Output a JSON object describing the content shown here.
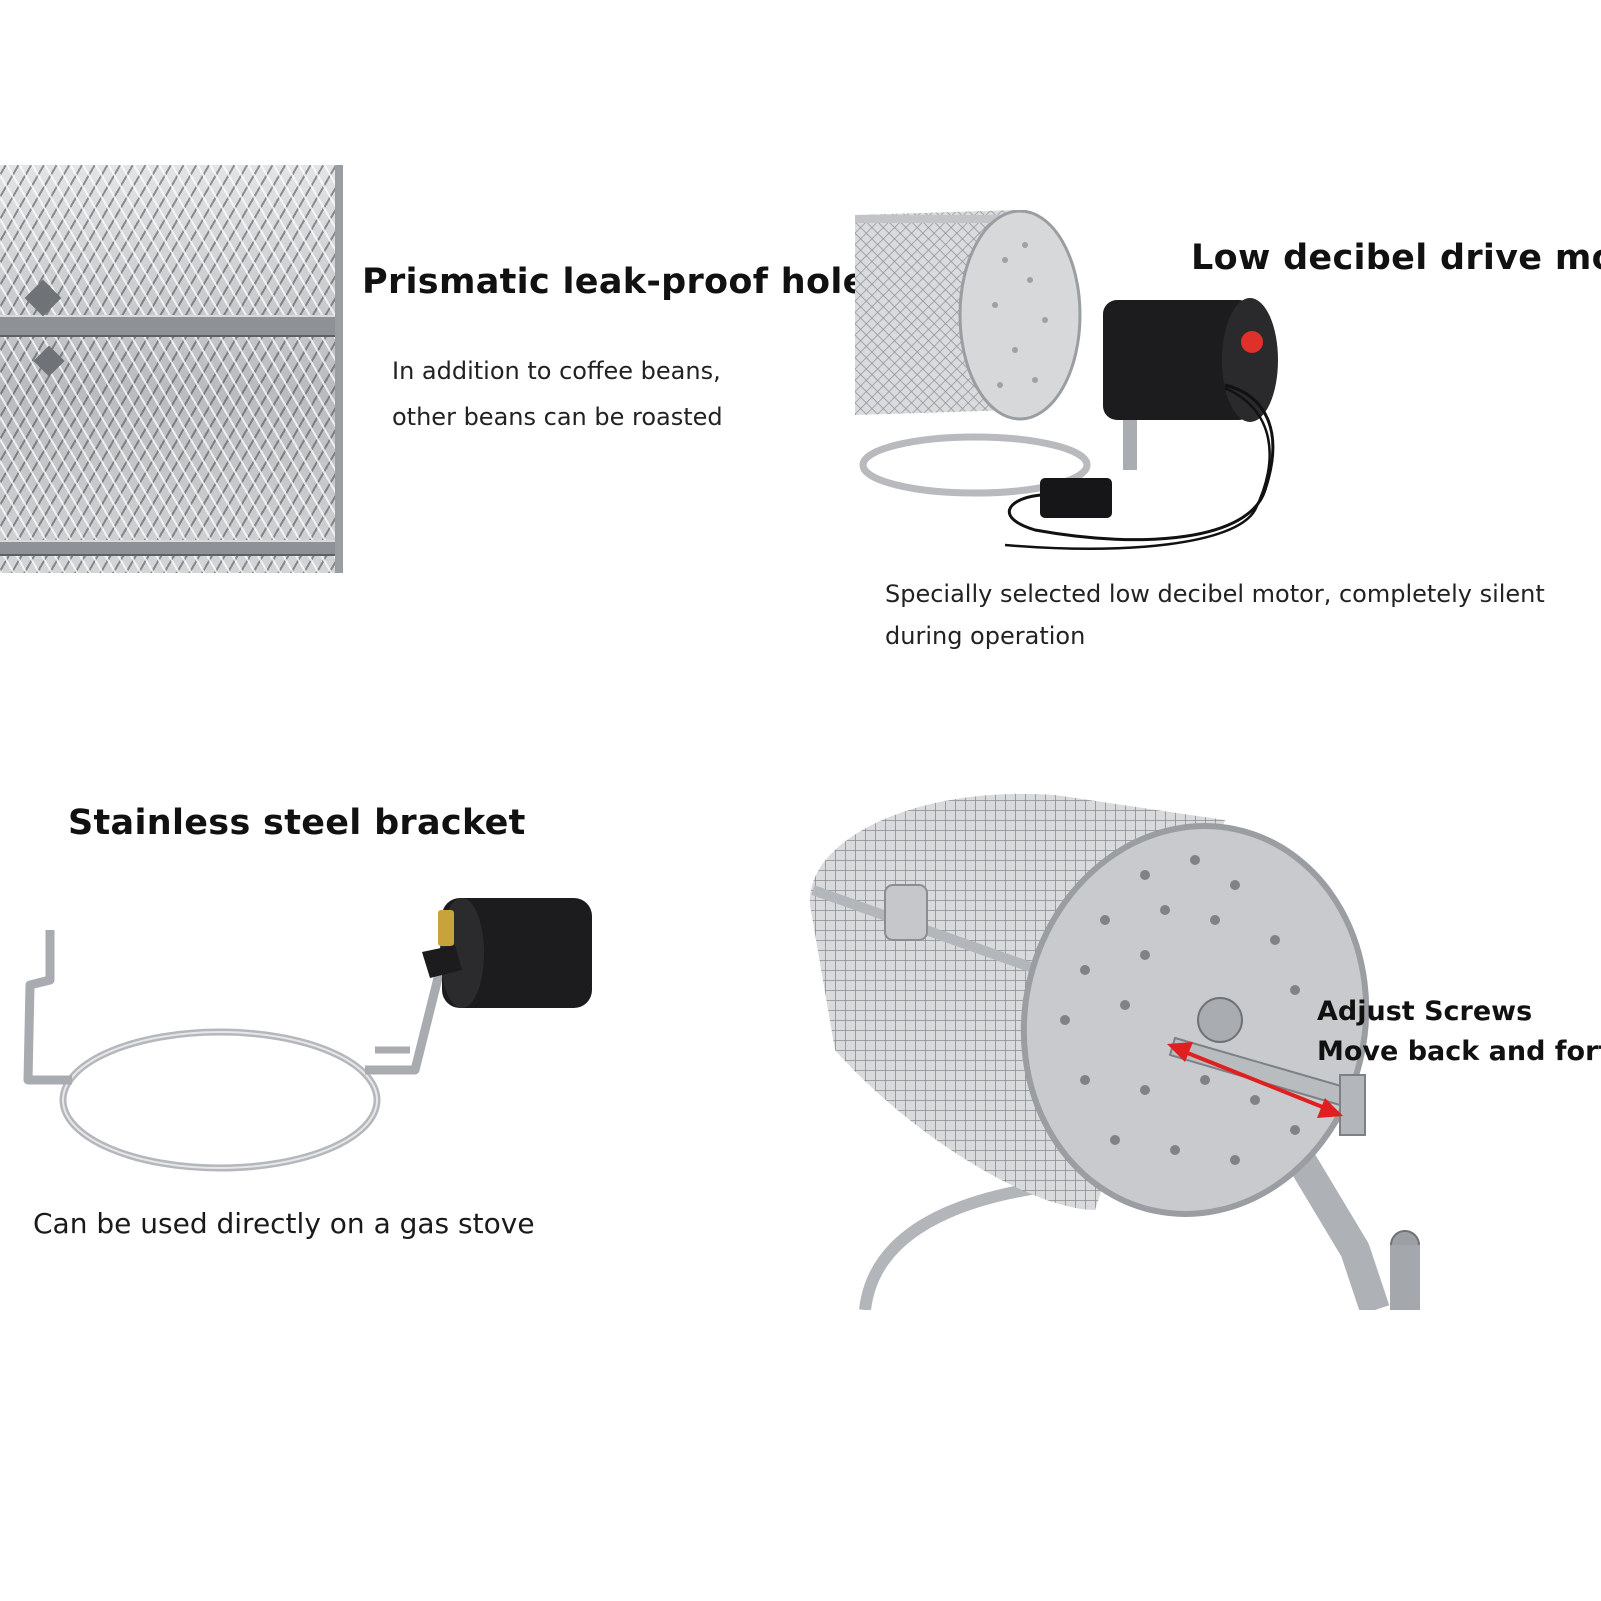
{
  "panels": {
    "leak_proof": {
      "title": "Prismatic leak-proof hole",
      "lines": [
        "In addition to coffee beans,",
        "other beans can be roasted"
      ]
    },
    "motor": {
      "title": "Low decibel drive motor",
      "lines": [
        "Specially selected low decibel motor, completely silent",
        "during operation"
      ]
    },
    "bracket": {
      "title": "Stainless steel bracket",
      "caption": "Can be used directly on a gas stove"
    },
    "adjust": {
      "lines": [
        "Adjust Screws",
        "Move back and forth"
      ]
    }
  },
  "colors": {
    "steel": "#c7c9cc",
    "steel_dark": "#7d8085",
    "motor_black": "#1c1c1e",
    "switch_red": "#e0302a",
    "arrow_red": "#e02020"
  }
}
